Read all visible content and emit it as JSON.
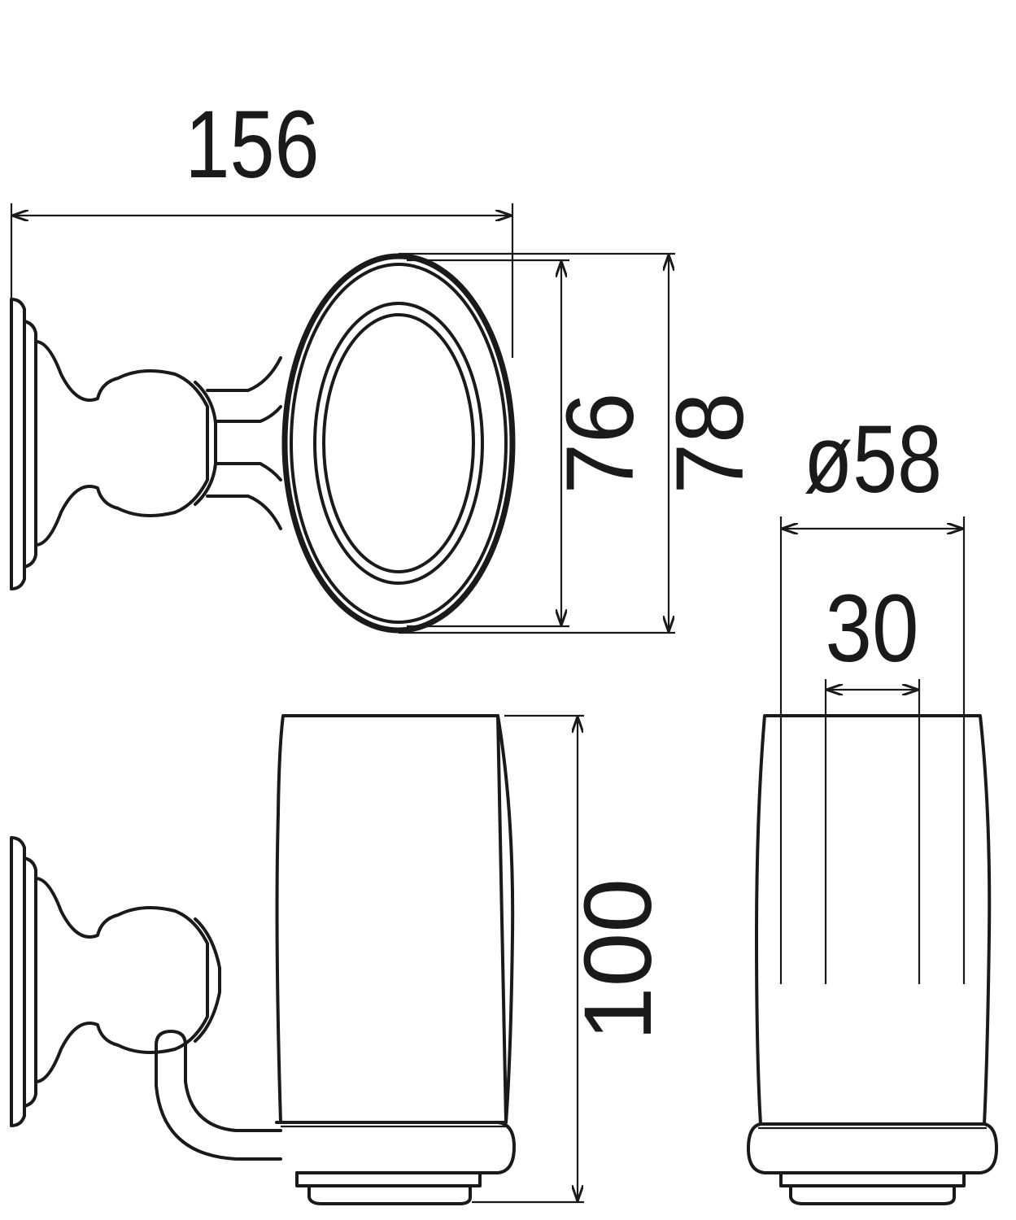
{
  "dimensions": {
    "overall_length": "156",
    "ring_inner_height": "76",
    "ring_outer_height": "78",
    "cup_diameter": "ø58",
    "cup_base_inner": "30",
    "cup_height": "100"
  }
}
